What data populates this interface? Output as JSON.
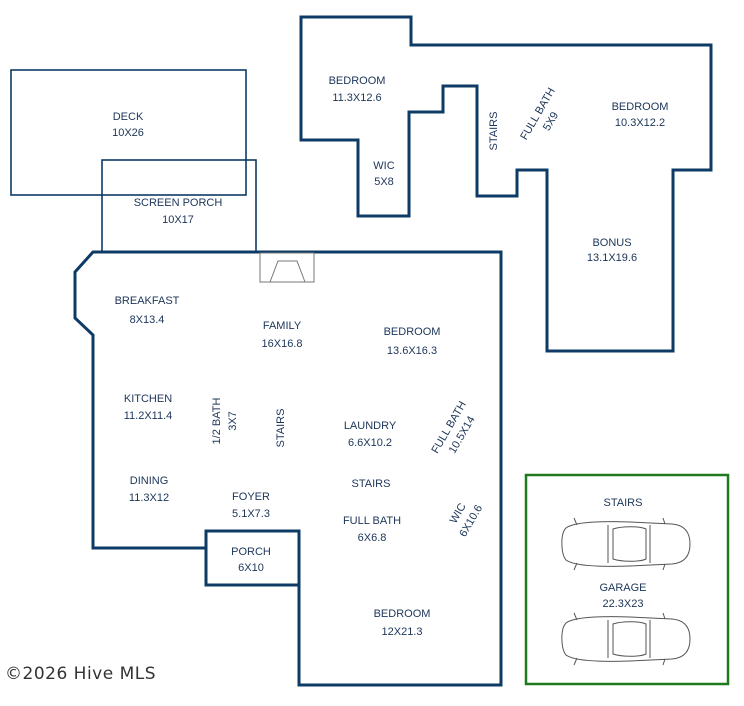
{
  "rooms": {
    "deck": {
      "name": "DECK",
      "size": "10X26"
    },
    "screen_porch": {
      "name": "SCREEN PORCH",
      "size": "10X17"
    },
    "bedroom_ul": {
      "name": "BEDROOM",
      "size": "11.3X12.6"
    },
    "wic_upper": {
      "name": "WIC",
      "size": "5X8"
    },
    "stairs_upper": {
      "name": "STAIRS"
    },
    "full_bath_upper": {
      "name": "FULL BATH",
      "size": "5X9"
    },
    "bedroom_ur": {
      "name": "BEDROOM",
      "size": "10.3X12.2"
    },
    "bonus": {
      "name": "BONUS",
      "size": "13.1X19.6"
    },
    "breakfast": {
      "name": "BREAKFAST",
      "size": "8X13.4"
    },
    "family": {
      "name": "FAMILY",
      "size": "16X16.8"
    },
    "bedroom_main": {
      "name": "BEDROOM",
      "size": "13.6X16.3"
    },
    "kitchen": {
      "name": "KITCHEN",
      "size": "11.2X11.4"
    },
    "half_bath": {
      "name": "1/2 BATH",
      "size": "3X7"
    },
    "stairs_main": {
      "name": "STAIRS"
    },
    "laundry": {
      "name": "LAUNDRY",
      "size": "6.6X10.2"
    },
    "full_bath_main": {
      "name": "FULL BATH",
      "size": "10.5X14"
    },
    "dining": {
      "name": "DINING",
      "size": "11.3X12"
    },
    "foyer": {
      "name": "FOYER",
      "size": "5.1X7.3"
    },
    "stairs_center": {
      "name": "STAIRS"
    },
    "wic_main": {
      "name": "WIC",
      "size": "6X10.6"
    },
    "full_bath_center": {
      "name": "FULL BATH",
      "size": "6X6.8"
    },
    "porch": {
      "name": "PORCH",
      "size": "6X10"
    },
    "bedroom_bottom": {
      "name": "BEDROOM",
      "size": "12X21.3"
    },
    "stairs_garage": {
      "name": "STAIRS"
    },
    "garage": {
      "name": "GARAGE",
      "size": "22.3X23"
    }
  },
  "copyright": "©2026 Hive MLS",
  "colors": {
    "walls": "#0d3b66",
    "garage": "#1f7a1f",
    "text": "#1c3559"
  }
}
